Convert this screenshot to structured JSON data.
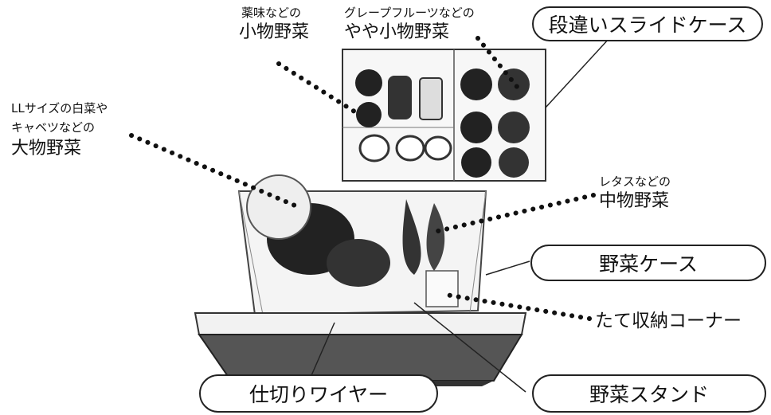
{
  "labels": {
    "small_items": {
      "line1": "薬味などの",
      "line2": "小物野菜"
    },
    "medium_small": {
      "line1": "グレープフルーツなどの",
      "line2": "やや小物野菜"
    },
    "large_items": {
      "line1": "LLサイズの白菜や",
      "line2": "キャベツなどの",
      "line3": "大物野菜"
    },
    "medium_items": {
      "line1": "レタスなどの",
      "line2": "中物野菜"
    },
    "step_case": "段違いスライドケース",
    "veg_case": "野菜ケース",
    "vertical_corner": "たて収納コーナー",
    "divider_wire": "仕切りワイヤー",
    "veg_stand": "野菜スタンド"
  }
}
